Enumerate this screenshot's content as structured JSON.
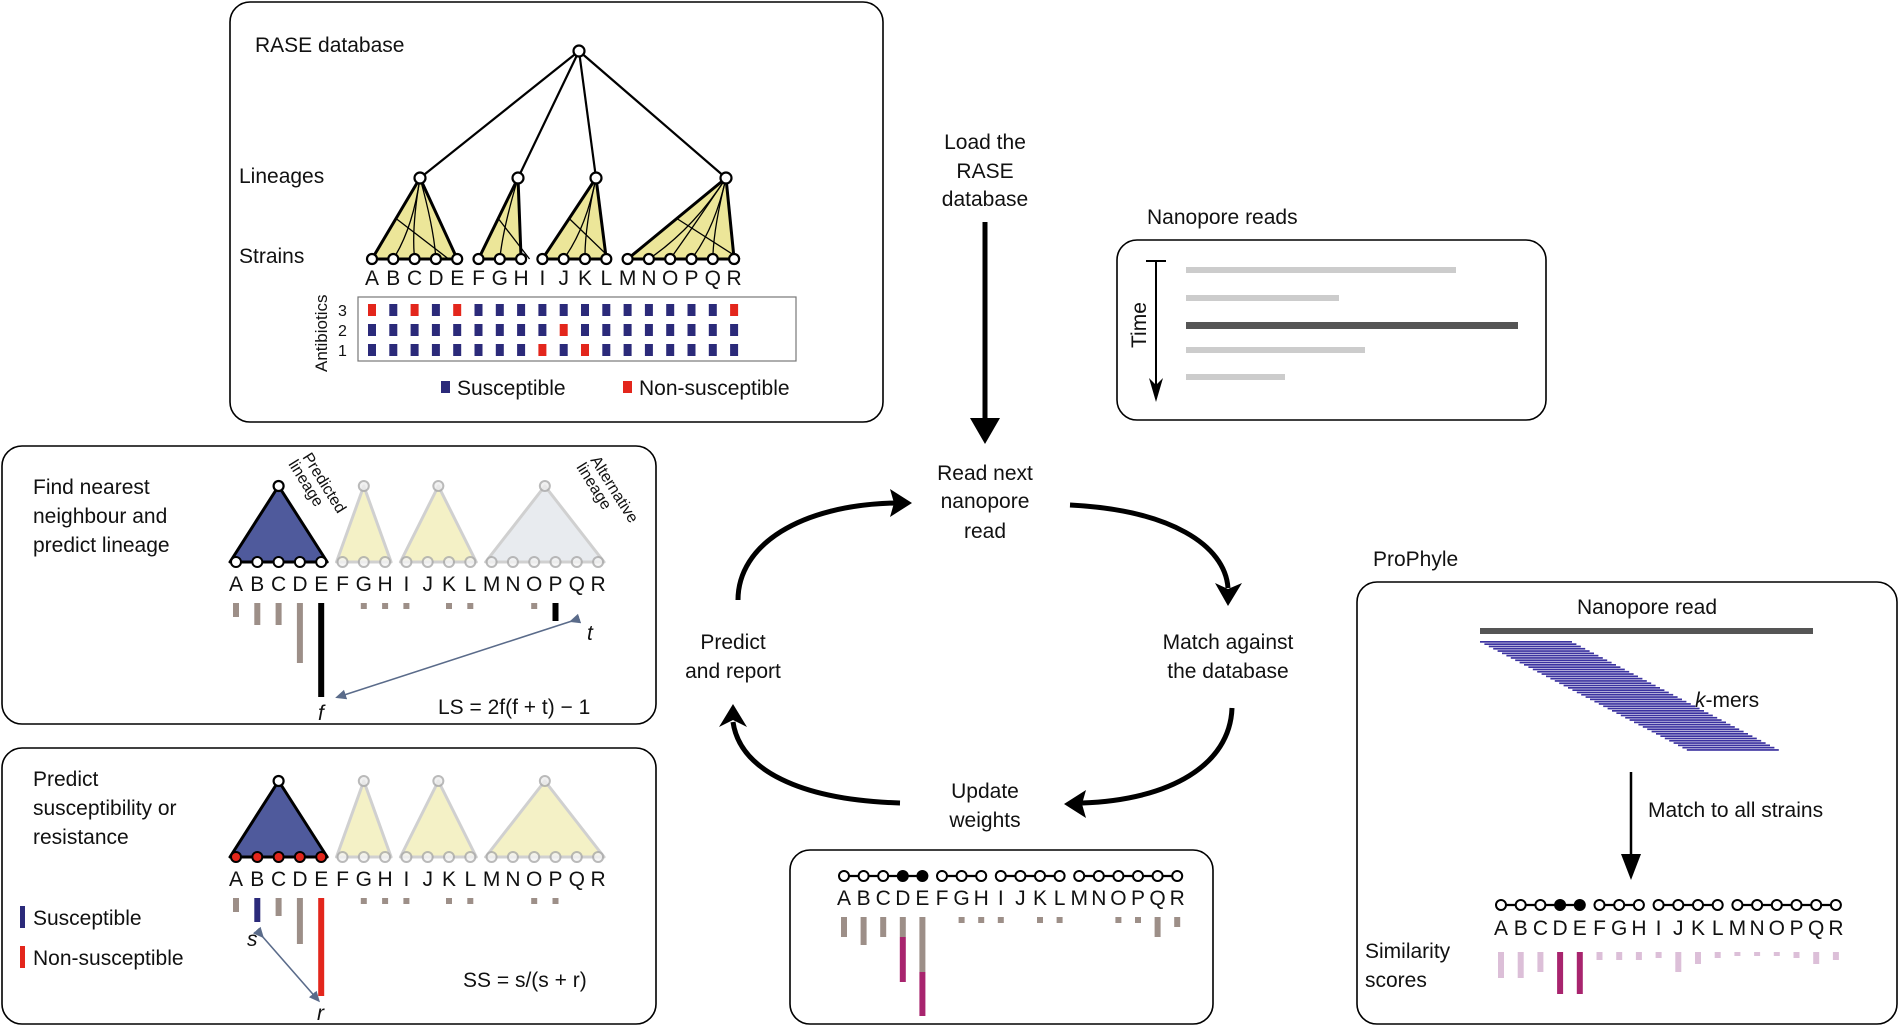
{
  "strains": [
    "A",
    "B",
    "C",
    "D",
    "E",
    "F",
    "G",
    "H",
    "I",
    "J",
    "K",
    "L",
    "M",
    "N",
    "O",
    "P",
    "Q",
    "R"
  ],
  "colors": {
    "susceptible": "#2b2a7a",
    "non_susceptible": "#e3261c",
    "lineage_fill": "#ece699",
    "predicted_fill": "#4f5a9c",
    "gray_bar": "#9d8f88",
    "magenta": "#a8246e",
    "light_pink": "#dcbfd8",
    "light_gray_read": "#cccccc",
    "dark_read": "#555555",
    "kmer": "#3b32a0",
    "arrow_blue": "#5a6b8a"
  },
  "database": {
    "title": "RASE database",
    "lineages_label": "Lineages",
    "strains_label": "Strains",
    "antibiotics_label": "Antibiotics",
    "antibiotic_numbers": [
      "1",
      "2",
      "3"
    ],
    "legend_susceptible": "Susceptible",
    "legend_non_susceptible": "Non-susceptible",
    "matrix": [
      [
        0,
        0,
        0,
        0,
        0,
        0,
        0,
        0,
        1,
        0,
        1,
        0,
        0,
        0,
        0,
        0,
        0,
        0
      ],
      [
        0,
        0,
        0,
        0,
        0,
        0,
        0,
        0,
        0,
        1,
        0,
        0,
        0,
        0,
        0,
        0,
        0,
        0
      ],
      [
        1,
        0,
        1,
        0,
        1,
        0,
        0,
        0,
        0,
        0,
        0,
        0,
        0,
        0,
        0,
        0,
        0,
        1
      ]
    ]
  },
  "cycle": {
    "load": [
      "Load the",
      "RASE",
      "database"
    ],
    "read_next": [
      "Read next",
      "nanopore",
      "read"
    ],
    "match": [
      "Match against",
      "the database"
    ],
    "update": [
      "Update",
      "weights"
    ],
    "predict": [
      "Predict",
      "and report"
    ]
  },
  "nanopore": {
    "title": "Nanopore reads",
    "time_label": "Time"
  },
  "lineage_panel": {
    "title": [
      "Find nearest",
      "neighbour and",
      "predict lineage"
    ],
    "predicted_label": [
      "Predicted",
      "lineage"
    ],
    "alternative_label": [
      "Alternative",
      "lineage"
    ],
    "f": "f",
    "t": "t",
    "formula": "LS = 2f(f + t) − 1"
  },
  "susc_panel": {
    "title": [
      "Predict",
      "susceptibility or",
      "resistance"
    ],
    "legend_susceptible": "Susceptible",
    "legend_non_susceptible": "Non-susceptible",
    "s": "s",
    "r": "r",
    "formula": "SS = s/(s + r)"
  },
  "prophyle": {
    "title": "ProPhyle",
    "read_label": "Nanopore read",
    "kmers_label": "k-mers",
    "match_label": "Match to all strains",
    "sim_label": [
      "Similarity",
      "scores"
    ]
  }
}
